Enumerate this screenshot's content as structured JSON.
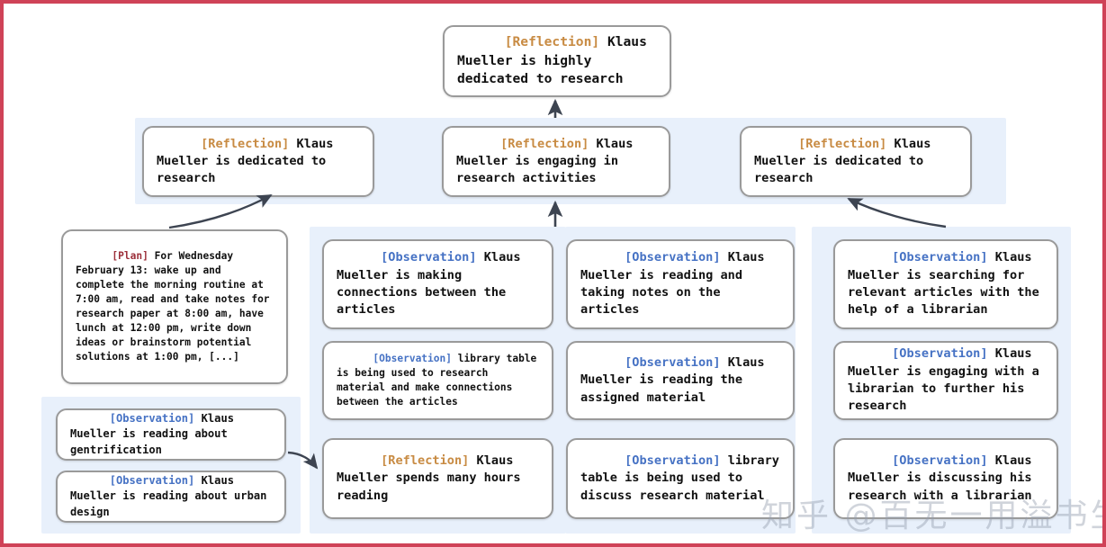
{
  "meta": {
    "border_color": "#cf4257",
    "panel_color": "#e8f0fb",
    "node_border_color": "#9a9a9a",
    "tag_colors": {
      "reflection": "#c88b43",
      "observation": "#4672c4",
      "plan": "#9c2f3a"
    }
  },
  "watermark": {
    "text": "知乎 @百无一用溢书生"
  },
  "top_node": {
    "tag": "[Reflection]",
    "text": " Klaus Mueller is highly dedicated to research"
  },
  "reflections": [
    {
      "tag": "[Reflection]",
      "text": " Klaus Mueller is dedicated to research"
    },
    {
      "tag": "[Reflection]",
      "text": " Klaus Mueller is engaging in research activities"
    },
    {
      "tag": "[Reflection]",
      "text": " Klaus Mueller is dedicated to research"
    }
  ],
  "plan_node": {
    "tag": "[Plan]",
    "text": " For Wednesday February 13: wake up and complete the morning routine at 7:00 am, read and take notes for research paper at 8:00 am, have lunch at 12:00 pm, write down ideas or brainstorm potential solutions at 1:00 pm, [...]"
  },
  "left_bottom_observations": [
    {
      "tag": "[Observation]",
      "text": " Klaus Mueller is reading about gentrification"
    },
    {
      "tag": "[Observation]",
      "text": " Klaus Mueller is reading about urban design"
    }
  ],
  "column_a": [
    {
      "tag": "[Observation]",
      "text": " Klaus Mueller is making connections between the articles"
    },
    {
      "tag": "[Observation]",
      "text": " library table is being used to research material and make connections between the articles"
    },
    {
      "tag": "[Reflection]",
      "text": " Klaus Mueller spends many hours reading"
    }
  ],
  "column_b": [
    {
      "tag": "[Observation]",
      "text": " Klaus Mueller is reading and taking notes on the articles"
    },
    {
      "tag": "[Observation]",
      "text": " Klaus Mueller is reading the assigned material"
    },
    {
      "tag": "[Observation]",
      "text": " library table is being used to discuss research material"
    }
  ],
  "column_c": [
    {
      "tag": "[Observation]",
      "text": " Klaus Mueller is searching for relevant articles with the help of a librarian"
    },
    {
      "tag": "[Observation]",
      "text": " Klaus Mueller is engaging with a librarian to further his research"
    },
    {
      "tag": "[Observation]",
      "text": " Klaus Mueller is discussing his research with a librarian"
    }
  ]
}
